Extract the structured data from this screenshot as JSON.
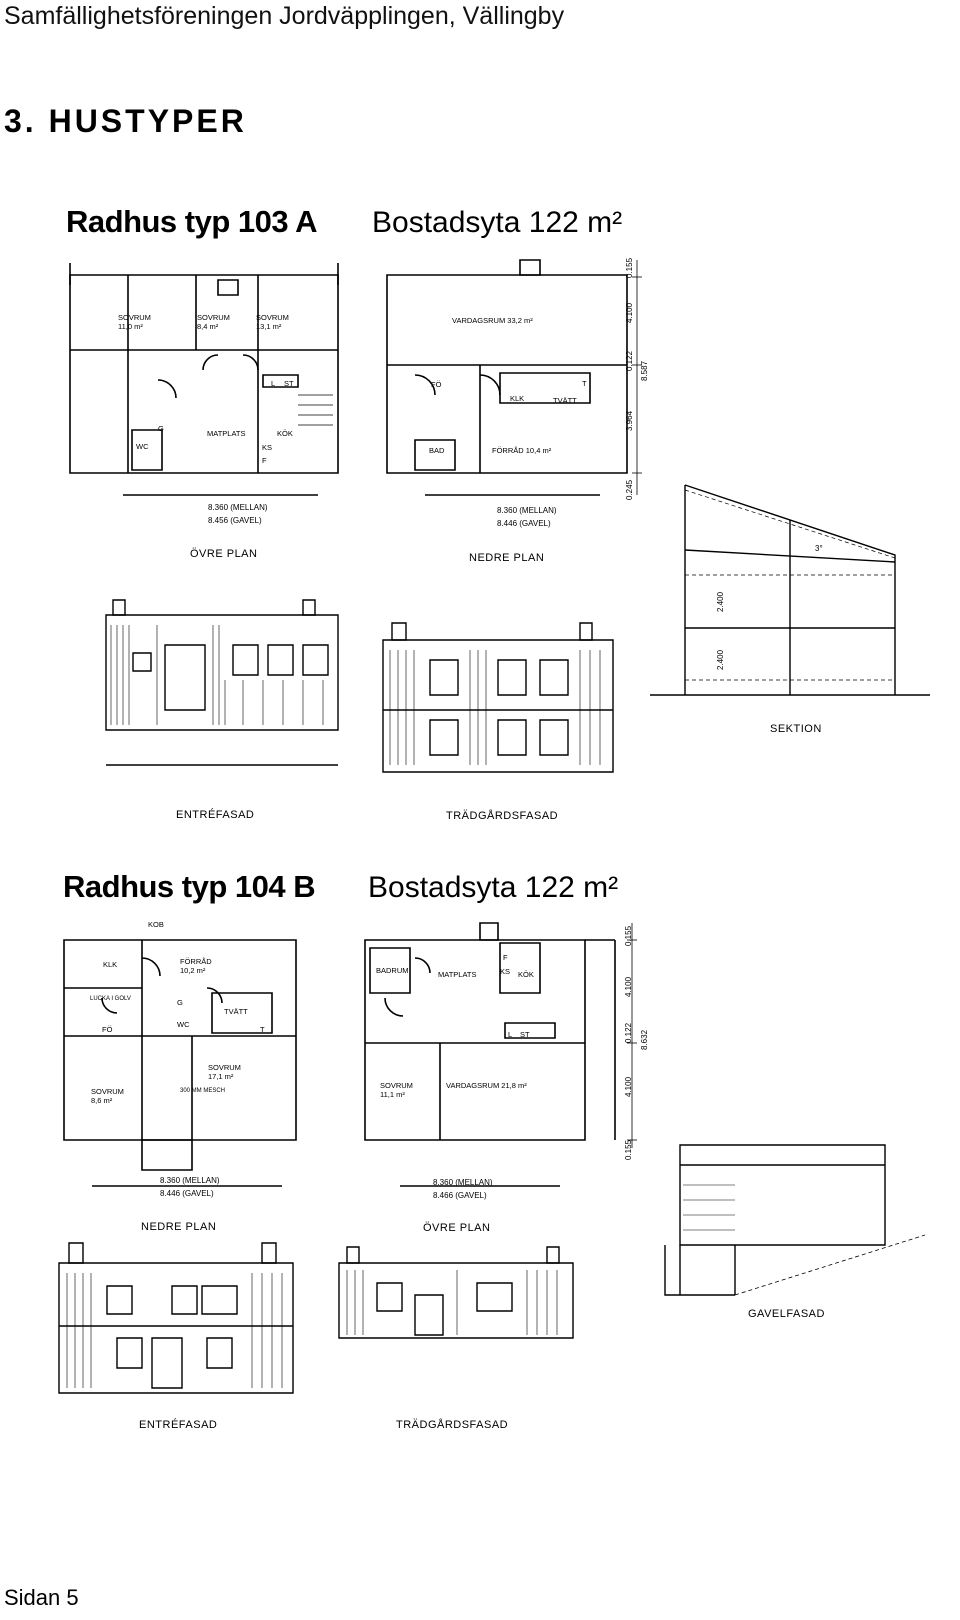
{
  "header": {
    "org": "Samfällighetsföreningen Jordväpplingen, Vällingby"
  },
  "section": {
    "title": "3. HUSTYPER"
  },
  "footer": {
    "page": "Sidan 5"
  },
  "house_a": {
    "title": "Radhus typ 103 A",
    "area": "Bostadsyta 122 m²",
    "upper_plan": {
      "label": "ÖVRE PLAN",
      "rooms": [
        {
          "name": "SOVRUM",
          "size": "11,0 m²"
        },
        {
          "name": "SOVRUM",
          "size": "8,4 m²"
        },
        {
          "name": "SOVRUM",
          "size": "13,1 m²"
        }
      ],
      "tags": {
        "matplats": "MATPLATS",
        "kok": "KÖK",
        "wc": "WC",
        "g": "G",
        "ks": "KS",
        "f": "F",
        "l": "L",
        "st": "ST"
      },
      "dims": {
        "mellan": "8.360 (MELLAN)",
        "gavel": "8.456 (GAVEL)"
      }
    },
    "lower_plan": {
      "label": "NEDRE PLAN",
      "rooms": [
        {
          "name": "VARDAGSRUM",
          "size": "33,2 m²"
        },
        {
          "name": "FÖRRÅD",
          "size": "10,4 m²"
        }
      ],
      "tags": {
        "fo": "FÖ",
        "klk": "KLK",
        "tvatt": "TVÄTT",
        "bad": "BAD",
        "t": "T"
      },
      "dims": {
        "mellan": "8.360 (MELLAN)",
        "gavel": "8.446 (GAVEL)"
      },
      "vdims": [
        "0.155",
        "4.100",
        "0.122",
        "8.587",
        "3.964",
        "0.245"
      ]
    },
    "elev_front": "ENTRÉFASAD",
    "elev_garden": "TRÄDGÅRDSFASAD",
    "section_label": "SEKTION",
    "section_dims": {
      "h1": "2.400",
      "h2": "2.400",
      "angle": "3°"
    }
  },
  "house_b": {
    "title": "Radhus typ 104 B",
    "area": "Bostadsyta 122 m²",
    "lower_plan": {
      "label": "NEDRE PLAN",
      "rooms": [
        {
          "name": "FÖRRÅD",
          "size": "10,2 m²"
        },
        {
          "name": "SOVRUM",
          "size": "17,1 m²"
        },
        {
          "name": "SOVRUM",
          "size": "8,6 m²"
        }
      ],
      "tags": {
        "klk": "KLK",
        "tvatt": "TVÄTT",
        "wc": "WC",
        "fo": "FÖ",
        "g": "G",
        "t": "T",
        "kob": "KOB",
        "lucka": "LUCKA I GOLV",
        "note": "300 MM MESCH"
      },
      "dims": {
        "mellan": "8.360 (MELLAN)",
        "gavel": "8.446 (GAVEL)"
      }
    },
    "upper_plan": {
      "label": "ÖVRE PLAN",
      "rooms": [
        {
          "name": "BADRUM",
          "size": ""
        },
        {
          "name": "VARDAGSRUM",
          "size": "21,8 m²"
        },
        {
          "name": "SOVRUM",
          "size": "11,1 m²"
        }
      ],
      "tags": {
        "matplats": "MATPLATS",
        "kok": "KÖK",
        "ks": "KS",
        "f": "F",
        "l": "L",
        "st": "ST"
      },
      "dims": {
        "mellan": "8.360 (MELLAN)",
        "gavel": "8.466 (GAVEL)"
      },
      "vdims": [
        "0.155",
        "4.100",
        "0.122",
        "8.632",
        "4.100",
        "0.155"
      ]
    },
    "elev_front": "ENTRÉFASAD",
    "elev_garden": "TRÄDGÅRDSFASAD",
    "gable_label": "GAVELFASAD"
  }
}
